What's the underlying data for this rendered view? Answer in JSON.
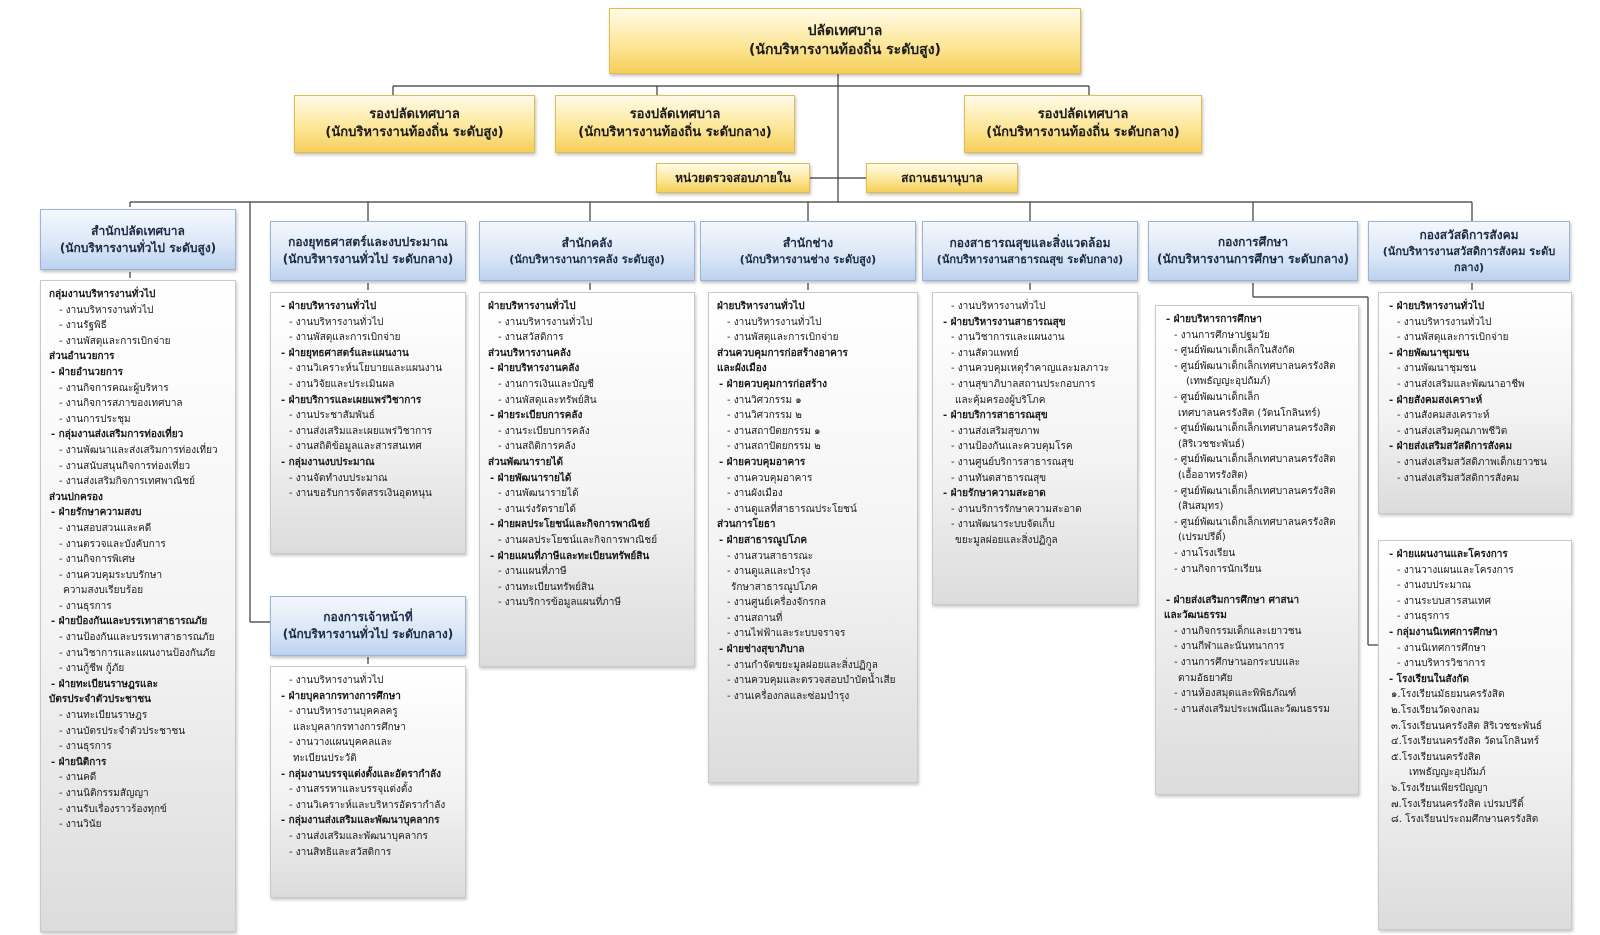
{
  "top": {
    "mayor_clerk": {
      "title": "ปลัดเทศบาล",
      "level": "(นักบริหารงานท้องถิ่น ระดับสูง)"
    },
    "deputy_1": {
      "title": "รองปลัดเทศบาล",
      "level": "(นักบริหารงานท้องถิ่น  ระดับสูง)"
    },
    "deputy_2": {
      "title": "รองปลัดเทศบาล",
      "level": "(นักบริหารงานท้องถิ่น  ระดับกลาง)"
    },
    "deputy_3": {
      "title": "รองปลัดเทศบาล",
      "level": "(นักบริหารงานท้องถิ่น ระดับกลาง)"
    },
    "audit_unit": {
      "title": "หน่วยตรวจสอบภายใน"
    },
    "pawnshop": {
      "title": "สถานธนานุบาล"
    }
  },
  "departments": {
    "clerk_office": {
      "title": "สำนักปลัดเทศบาล",
      "level": "(นักบริหารงานทั่วไป ระดับสูง)"
    },
    "strategy": {
      "title": "กองยุทธศาสตร์และงบประมาณ",
      "level": "(นักบริหารงานทั่วไป ระดับกลาง)"
    },
    "finance": {
      "title": "สำนักคลัง",
      "level": "(นักบริหารงานการคลัง ระดับสูง)"
    },
    "engineering": {
      "title": "สำนักช่าง",
      "level": "(นักบริหารงานช่าง ระดับสูง)"
    },
    "health": {
      "title": "กองสาธารณสุขและสิ่งแวดล้อม",
      "level": "(นักบริหารงานสาธารณสุข ระดับกลาง)"
    },
    "education": {
      "title": "กองการศึกษา",
      "level": "(นักบริหารงานการศึกษา ระดับกลาง)"
    },
    "welfare": {
      "title": "กองสวัสดิการสังคม",
      "level": "(นักบริหารงานสวัสดิการสังคม ระดับกลาง)"
    },
    "personnel": {
      "title": "กองการเจ้าหน้าที่",
      "level": "(นักบริหารงานทั่วไป ระดับกลาง)"
    }
  },
  "details": {
    "clerk_office": [
      "กลุ่มงานบริหารงานทั่วไป",
      "- งานบริหารงานทั่วไป",
      "- งานรัฐพิธี",
      "- งานพัสดุและการเบิกจ่าย",
      "ส่วนอำนวยการ",
      "- ฝ่ายอำนวยการ",
      "- งานกิจการคณะผู้บริหาร",
      "- งานกิจการสภาของเทศบาล",
      "- งานการประชุม",
      "- กลุ่มงานส่งเสริมการท่องเที่ยว",
      "- งานพัฒนาและส่งเสริมการท่องเที่ยว",
      "- งานสนับสนุนกิจการท่องเที่ยว",
      "- งานส่งเสริมกิจการเทศพาณิชย์",
      "ส่วนปกครอง",
      "- ฝ่ายรักษาความสงบ",
      "- งานสอบสวนและคดี",
      "- งานตรวจและบังคับการ",
      "- งานกิจการพิเศษ",
      "- งานควบคุมระบบรักษา",
      "ความสงบเรียบร้อย",
      "- งานธุรการ",
      "- ฝ่ายป้องกันและบรรเทาสาธารณภัย",
      "- งานป้องกันและบรรเทาสาธารณภัย",
      "- งานวิชาการและแผนงานป้องกันภัย",
      "- งานกู้ชีพ กู้ภัย",
      "- ฝ่ายทะเบียนราษฎรและ",
      "บัตรประจำตัวประชาชน",
      "- งานทะเบียนราษฎร",
      "- งานบัตรประจำตัวประชาชน",
      "- งานธุรการ",
      "- ฝ่ายนิติการ",
      "- งานคดี",
      "- งานนิติกรรมสัญญา",
      "- งานรับเรื่องราวร้องทุกข์",
      "- งานวินัย"
    ],
    "strategy": [
      "- ฝ่ายบริหารงานทั่วไป",
      "- งานบริหารงานทั่วไป",
      "- งานพัสดุและการเบิกจ่าย",
      "- ฝ่ายยุทธศาสตร์และแผนงาน",
      "- งานวิเคราะห์นโยบายและแผนงาน",
      "- งานวิจัยและประเมินผล",
      "- ฝ่ายบริการและเผยแพร่วิชาการ",
      "- งานประชาสัมพันธ์",
      "- งานส่งเสริมและเผยแพร่วิชาการ",
      "- งานสถิติข้อมูลและสารสนเทศ",
      "- กลุ่มงานงบประมาณ",
      "- งานจัดทำงบประมาณ",
      "- งานขอรับการจัดสรรเงินอุดหนุน"
    ],
    "personnel": [
      "- งานบริหารงานทั่วไป",
      "- ฝ่ายบุคลากรทางการศึกษา",
      "- งานบริหารงานบุคคลครู",
      "และบุคลากรทางการศึกษา",
      "- งานวางแผนบุคคลและ",
      "ทะเบียนประวัติ",
      "- กลุ่มงานบรรจุแต่งตั้งและอัตรากำลัง",
      "- งานสรรหาและบรรจุแต่งตั้ง",
      "- งานวิเคราะห์และบริหารอัตรากำลัง",
      "- กลุ่มงานส่งเสริมและพัฒนาบุคลากร",
      "- งานส่งเสริมและพัฒนาบุคลากร",
      "- งานสิทธิและสวัสดิการ"
    ],
    "finance": [
      "ฝ่ายบริหารงานทั่วไป",
      "- งานบริหารงานทั่วไป",
      "- งานสวัสดิการ",
      "ส่วนบริหารงานคลัง",
      "- ฝ่ายบริหารงานคลัง",
      "- งานการเงินและบัญชี",
      "- งานพัสดุและทรัพย์สิน",
      "- ฝ่ายระเบียบการคลัง",
      "- งานระเบียบการคลัง",
      "- งานสถิติการคลัง",
      "ส่วนพัฒนารายได้",
      "- ฝ่ายพัฒนารายได้",
      "- งานพัฒนารายได้",
      "- งานเร่งรัดรายได้",
      "- ฝ่ายผลประโยชน์และกิจการพาณิชย์",
      "- งานผลประโยชน์และกิจการพาณิชย์",
      "- ฝ่ายแผนที่ภาษีและทะเบียนทรัพย์สิน",
      "- งานแผนที่ภาษี",
      "- งานทะเบียนทรัพย์สิน",
      "- งานบริการข้อมูลแผนที่ภาษี"
    ],
    "engineering": [
      "ฝ่ายบริหารงานทั่วไป",
      "- งานบริหารงานทั่วไป",
      "- งานพัสดุและการเบิกจ่าย",
      "ส่วนควบคุมการก่อสร้างอาคาร",
      "และผังเมือง",
      "- ฝ่ายควบคุมการก่อสร้าง",
      "- งานวิศวกรรม ๑",
      "- งานวิศวกรรม ๒",
      "- งานสถาปัตยกรรม ๑",
      "- งานสถาปัตยกรรม ๒",
      "- ฝ่ายควบคุมอาคาร",
      "- งานควบคุมอาคาร",
      "- งานผังเมือง",
      "- งานดูแลที่สาธารณประโยชน์",
      "ส่วนการโยธา",
      "- ฝ่ายสาธารณูปโภค",
      "- งานสวนสาธารณะ",
      "- งานดูแลและบำรุง",
      "รักษาสาธารณูปโภค",
      "- งานศูนย์เครื่องจักรกล",
      "- งานสถานที่",
      "- งานไฟฟ้าและระบบจราจร",
      "- ฝ่ายช่างสุขาภิบาล",
      "- งานกำจัดขยะมูลฝอยและสิ่งปฏิกูล",
      "- งานควบคุมและตรวจสอบบำบัดน้ำเสีย",
      "- งานเครื่องกลและซ่อมบำรุง"
    ],
    "health": [
      "- งานบริหารงานทั่วไป",
      "- ฝ่ายบริหารงานสาธารณสุข",
      "- งานวิชาการและแผนงาน",
      "- งานสัตวแพทย์",
      "- งานควบคุมเหตุรำคาญและมลภาวะ",
      "- งานสุขาภิบาลสถานประกอบการ",
      "และคุ้มครองผู้บริโภค",
      "- ฝ่ายบริการสาธารณสุข",
      "- งานส่งเสริมสุขภาพ",
      "- งานป้องกันและควบคุมโรค",
      "- งานศูนย์บริการสาธารณสุข",
      "- งานทันตสาธารณสุข",
      "- ฝ่ายรักษาความสะอาด",
      "- งานบริการรักษาความสะอาด",
      "- งานพัฒนาระบบจัดเก็บ",
      "ขยะมูลฝอยและสิ่งปฏิกูล"
    ],
    "education": [
      "- ฝ่ายบริหารการศึกษา",
      "- งานการศึกษาปฐมวัย",
      "- ศูนย์พัฒนาเด็กเล็กในสังกัด",
      "- ศูนย์พัฒนาเด็กเล็กเทศบาลนครรังสิต",
      "(เทพธัญญะอุปถัมภ์)",
      "- ศูนย์พัฒนาเด็กเล็ก",
      "เทศบาลนครรังสิต  (วัดนโกลินทร์)",
      "- ศูนย์พัฒนาเด็กเล็กเทศบาลนครรังสิต",
      "(สิริเวชชะพันธ์)",
      "- ศูนย์พัฒนาเด็กเล็กเทศบาลนครรังสิต",
      "(เอื้ออาทรรังสิต)",
      "- ศูนย์พัฒนาเด็กเล็กเทศบาลนครรังสิต",
      "(สินสมุทร)",
      "- ศูนย์พัฒนาเด็กเล็กเทศบาลนครรังสิต",
      "(เปรมปรีดิ์)",
      "- งานโรงเรียน",
      "- งานกิจการนักเรียน",
      "",
      "- ฝ่ายส่งเสริมการศึกษา ศาสนา",
      "และวัฒนธรรม",
      "- งานกิจกรรมเด็กและเยาวชน",
      "- งานกีฬาและนันทนาการ",
      "- งานการศึกษานอกระบบและ",
      "ตามอัธยาศัย",
      "- งานห้องสมุดและพิพิธภัณฑ์",
      "- งานส่งเสริมประเพณีและวัฒนธรรม"
    ],
    "welfare": [
      "- ฝ่ายบริหารงานทั่วไป",
      "- งานบริหารงานทั่วไป",
      "- งานพัสดุและการเบิกจ่าย",
      "- ฝ่ายพัฒนาชุมชน",
      "- งานพัฒนาชุมชน",
      "- งานส่งเสริมและพัฒนาอาชีพ",
      "- ฝ่ายสังคมสงเคราะห์",
      "- งานสังคมสงเคราะห์",
      "- งานส่งเสริมคุณภาพชีวิต",
      "- ฝ่ายส่งเสริมสวัสดิการสังคม",
      "- งานส่งเสริมสวัสดิภาพเด็กเยาวชน",
      "- งานส่งเสริมสวัสดิการสังคม"
    ],
    "education_2": [
      "- ฝ่ายแผนงานและโครงการ",
      "- งานวางแผนและโครงการ",
      "- งานงบประมาณ",
      "- งานระบบสารสนเทศ",
      "- งานธุรการ",
      "- กลุ่มงานนิเทศการศึกษา",
      "- งานนิเทศการศึกษา",
      "- งานบริหารวิชาการ",
      "- โรงเรียนในสังกัด",
      "๑.โรงเรียนมัธยมนครรังสิต",
      "๒.โรงเรียนวัดจงกลม",
      "๓.โรงเรียนนครรังสิต สิริเวชชะพันธ์",
      "๔.โรงเรียนนครรังสิต วัดนโกลินทร์",
      "๕.โรงเรียนนครรังสิต",
      "เทพธัญญะอุปถัมภ์",
      "๖.โรงเรียนเพียรปัญญา",
      "๗.โรงเรียนนครรังสิต เปรมปรีดิ์",
      "๘. โรงเรียนประถมศึกษานครรังสิต"
    ]
  }
}
